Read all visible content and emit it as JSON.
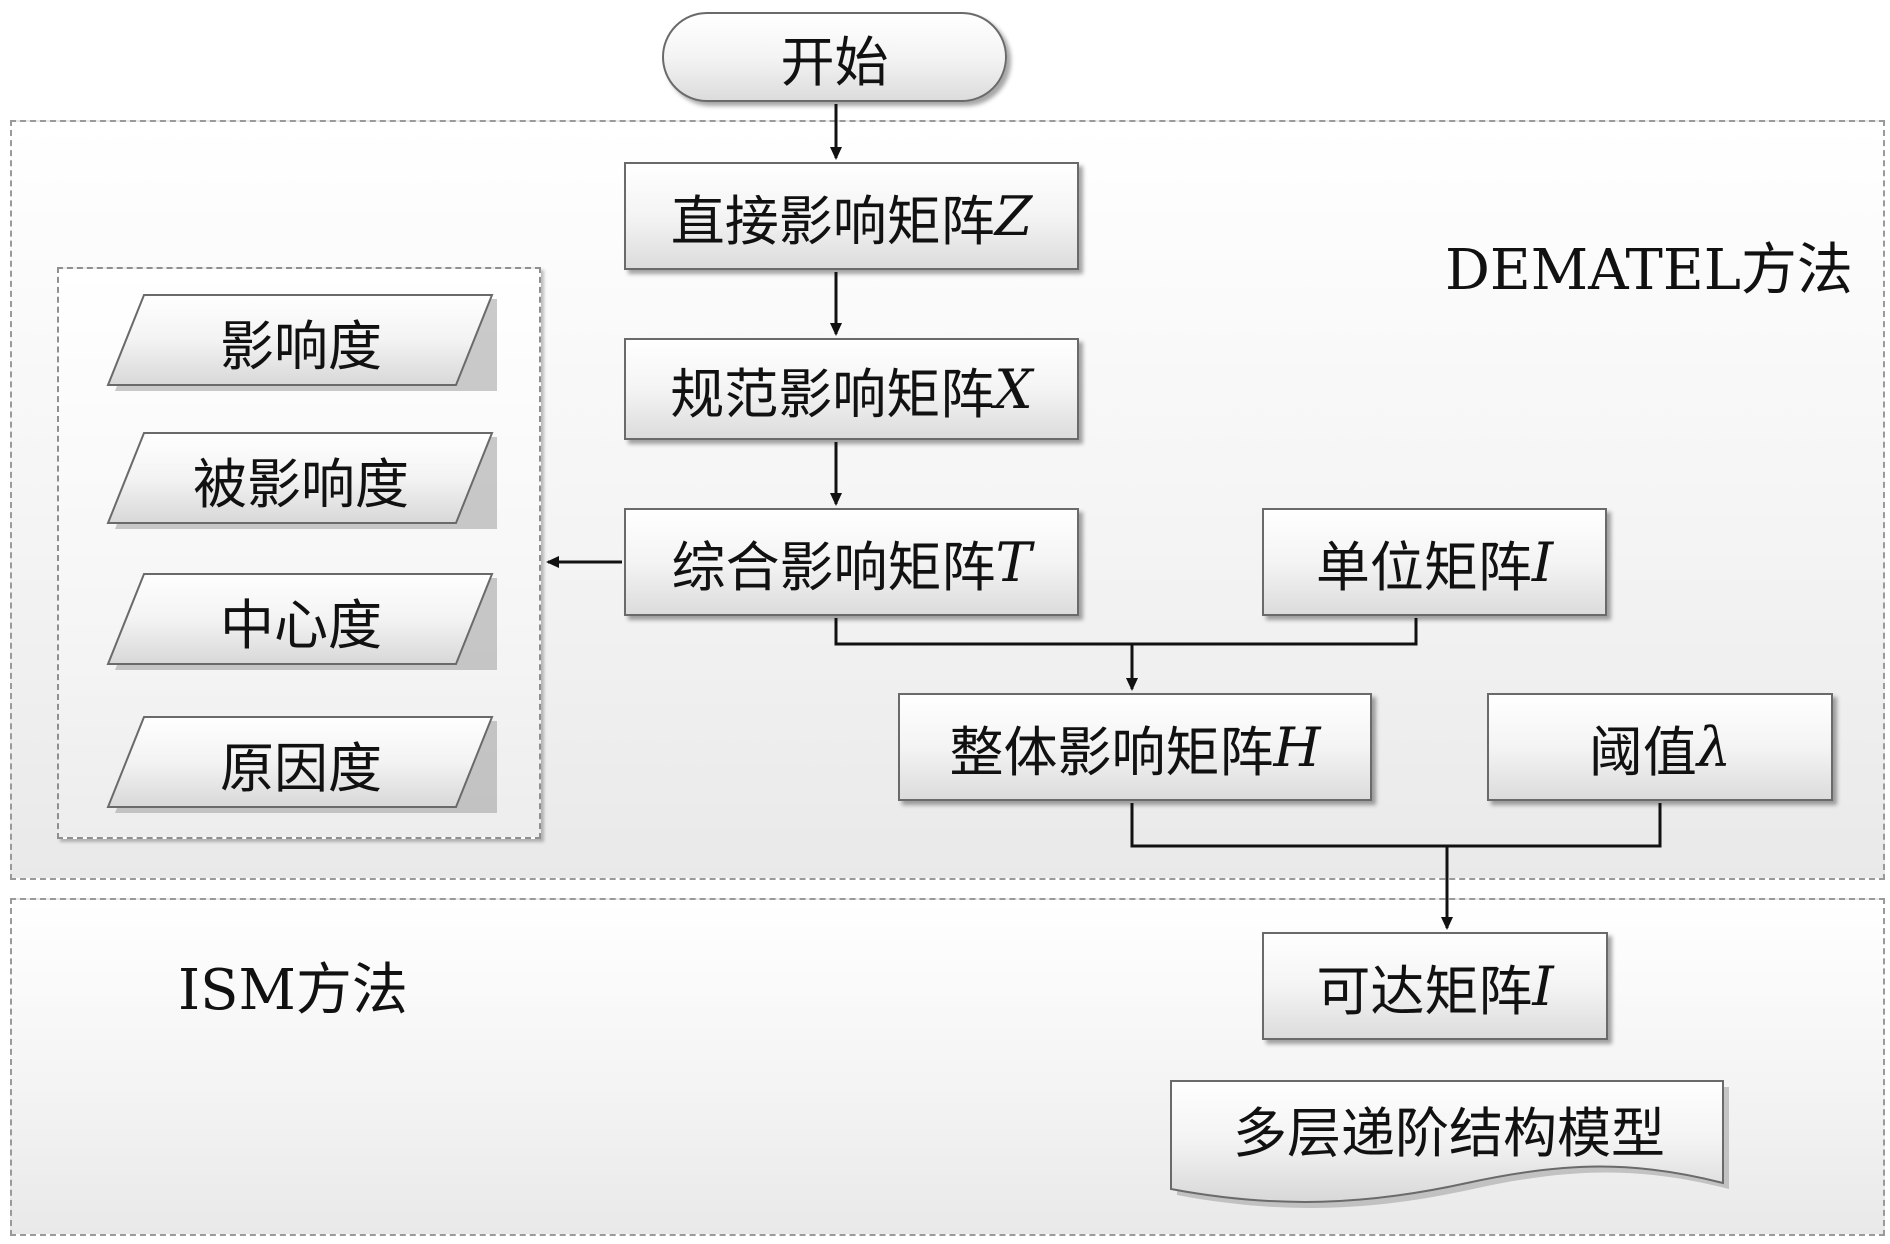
{
  "start": "开始",
  "dematel": {
    "label": "DEMATEL方法",
    "direct_matrix": {
      "text": "直接影响矩阵",
      "var": "Z"
    },
    "normalized_matrix": {
      "text": "规范影响矩阵",
      "var": "X"
    },
    "total_matrix": {
      "text": "综合影响矩阵",
      "var": "T"
    },
    "identity_matrix": {
      "text": "单位矩阵",
      "var": "I"
    },
    "overall_matrix": {
      "text": "整体影响矩阵",
      "var": "H"
    },
    "threshold": {
      "text": "阈值",
      "var": "λ"
    },
    "indicators": [
      "影响度",
      "被影响度",
      "中心度",
      "原因度"
    ]
  },
  "ism": {
    "label": "ISM方法",
    "reachability_matrix": {
      "text": "可达矩阵",
      "var": "I"
    },
    "model": "多层递阶结构模型"
  }
}
